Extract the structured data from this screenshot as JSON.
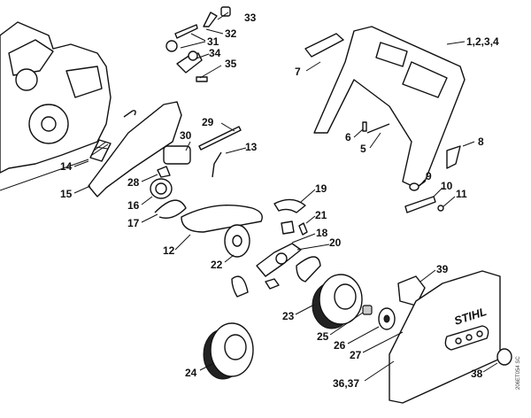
{
  "diagram": {
    "type": "exploded parts diagram",
    "drawing_code": "206ET054 SC",
    "brand_on_cover": "STIHL",
    "callouts": [
      {
        "id": "c33",
        "text": "33"
      },
      {
        "id": "c32",
        "text": "32"
      },
      {
        "id": "c31",
        "text": "31"
      },
      {
        "id": "c34",
        "text": "34"
      },
      {
        "id": "c35",
        "text": "35"
      },
      {
        "id": "c1234",
        "text": "1,2,3,4"
      },
      {
        "id": "c7",
        "text": "7"
      },
      {
        "id": "c6",
        "text": "6"
      },
      {
        "id": "c5",
        "text": "5"
      },
      {
        "id": "c8",
        "text": "8"
      },
      {
        "id": "c9",
        "text": "9"
      },
      {
        "id": "c10",
        "text": "10"
      },
      {
        "id": "c11",
        "text": "11"
      },
      {
        "id": "c29",
        "text": "29"
      },
      {
        "id": "c30",
        "text": "30"
      },
      {
        "id": "c13",
        "text": "13"
      },
      {
        "id": "c14",
        "text": "14"
      },
      {
        "id": "c15",
        "text": "15"
      },
      {
        "id": "c28",
        "text": "28"
      },
      {
        "id": "c16",
        "text": "16"
      },
      {
        "id": "c17",
        "text": "17"
      },
      {
        "id": "c19",
        "text": "19"
      },
      {
        "id": "c21",
        "text": "21"
      },
      {
        "id": "c18",
        "text": "18"
      },
      {
        "id": "c20",
        "text": "20"
      },
      {
        "id": "c12",
        "text": "12"
      },
      {
        "id": "c22",
        "text": "22"
      },
      {
        "id": "c39",
        "text": "39"
      },
      {
        "id": "c23",
        "text": "23"
      },
      {
        "id": "c25",
        "text": "25"
      },
      {
        "id": "c26",
        "text": "26"
      },
      {
        "id": "c27",
        "text": "27"
      },
      {
        "id": "c24",
        "text": "24"
      },
      {
        "id": "c3637",
        "text": "36,37"
      },
      {
        "id": "c38",
        "text": "38"
      }
    ]
  }
}
